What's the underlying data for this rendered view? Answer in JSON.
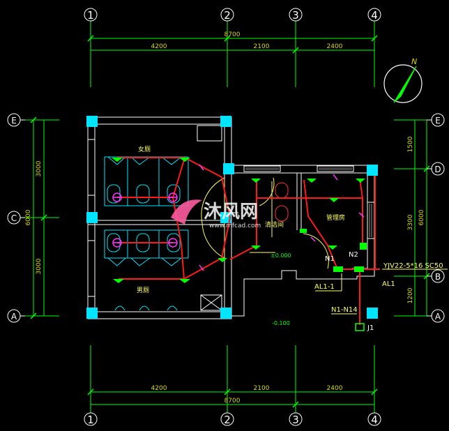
{
  "dimensions": {
    "total_top": "8700",
    "top_segments": [
      "4200",
      "2100",
      "2400"
    ],
    "total_bottom": "8700",
    "bottom_segments": [
      "4200",
      "2100",
      "2400"
    ],
    "left_total": "6000",
    "left_segments": [
      "3000",
      "3000"
    ],
    "right_total": "6000",
    "right_segments": [
      "1500",
      "3300",
      "1200"
    ]
  },
  "axes": {
    "columns": [
      "1",
      "2",
      "3",
      "4"
    ],
    "rows": [
      "E",
      "D",
      "C",
      "B",
      "A"
    ]
  },
  "compass": {
    "label": "N"
  },
  "rooms": {
    "women": "女厕",
    "men": "男厕",
    "janitor": "清洁间",
    "management": "管理房"
  },
  "levels": {
    "floor": "±0.000",
    "outside": "-0.100"
  },
  "circuits": {
    "n1": "N1",
    "n2": "N2",
    "al1_1": "AL1-1",
    "al1": "AL1",
    "feeder": "YJV22-5*16 SC50",
    "range": "N1-N14",
    "junction": "J1"
  },
  "watermark": {
    "brand": "沐风网",
    "url": "www.mfcad.com"
  },
  "colors": {
    "wall": "#ffffff",
    "axis": "#00ff00",
    "wiring": "#ff1a1a",
    "column": "#00ffff",
    "fixture": "#00ff00",
    "dimension_text": "#dcdc00"
  }
}
